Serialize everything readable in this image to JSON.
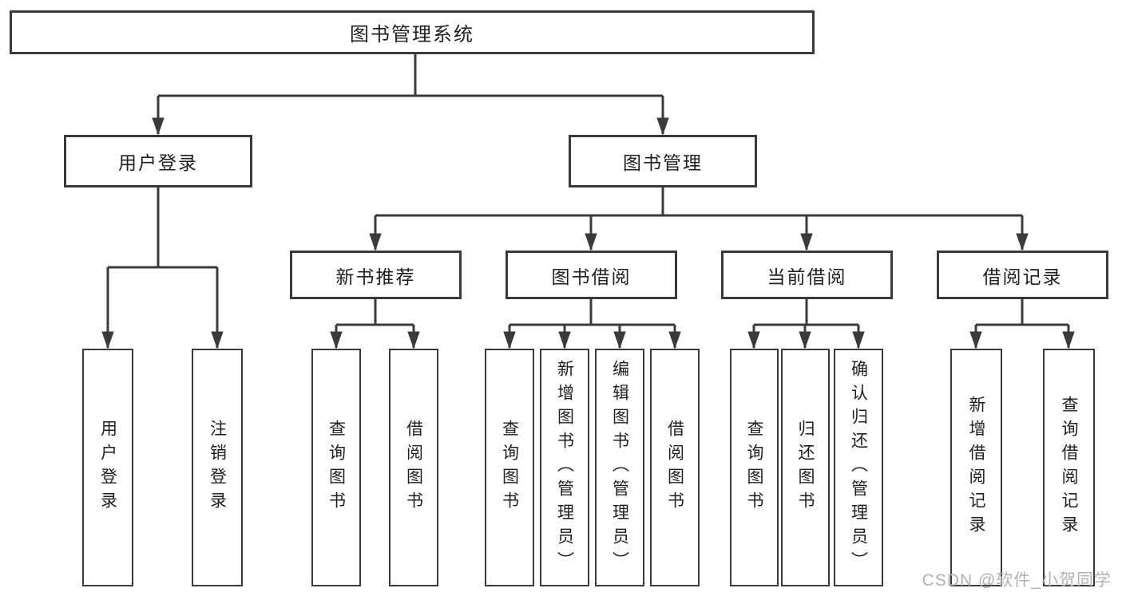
{
  "diagram": {
    "type": "hierarchy-function-chart",
    "root": {
      "label": "图书管理系统",
      "children": [
        {
          "label": "用户登录",
          "children": [
            {
              "label": "用户登录"
            },
            {
              "label": "注销登录"
            }
          ]
        },
        {
          "label": "图书管理",
          "children": [
            {
              "label": "新书推荐",
              "children": [
                {
                  "label": "查询图书"
                },
                {
                  "label": "借阅图书"
                }
              ]
            },
            {
              "label": "图书借阅",
              "children": [
                {
                  "label": "查询图书"
                },
                {
                  "label": "新增图书（管理员）"
                },
                {
                  "label": "编辑图书（管理员）"
                },
                {
                  "label": "借阅图书"
                }
              ]
            },
            {
              "label": "当前借阅",
              "children": [
                {
                  "label": "查询图书"
                },
                {
                  "label": "归还图书"
                },
                {
                  "label": "确认归还（管理员）"
                }
              ]
            },
            {
              "label": "借阅记录",
              "children": [
                {
                  "label": "新增借阅记录"
                },
                {
                  "label": "查询借阅记录"
                }
              ]
            }
          ]
        }
      ]
    }
  },
  "watermark": {
    "text": "CSDN @软件_小贺同学",
    "color": "#b2b2b2"
  },
  "colors": {
    "line": "#3a3a3a",
    "box_border": "#3a3a3a",
    "box_fill": "#ffffff",
    "text": "#1f1f1f",
    "background": "#ffffff"
  }
}
